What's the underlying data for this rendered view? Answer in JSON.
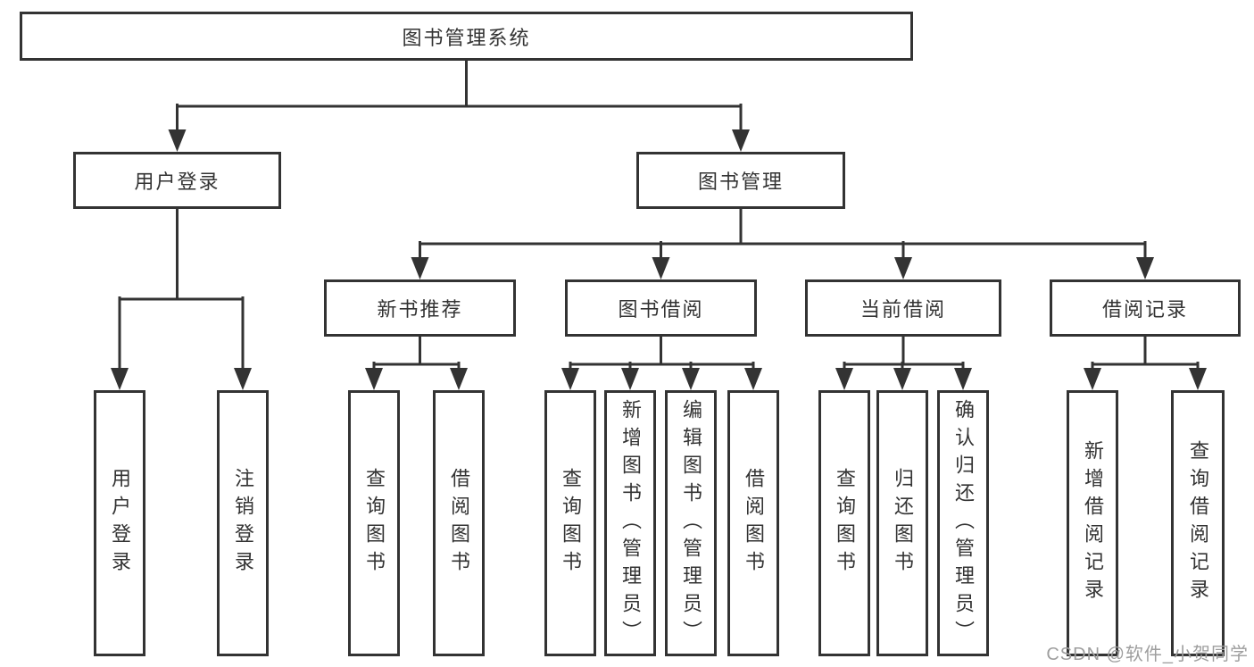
{
  "tree": {
    "root": {
      "label": "图书管理系统"
    },
    "branches": [
      {
        "label": "用户登录",
        "children": [
          {
            "label": "用户登录"
          },
          {
            "label": "注销登录"
          }
        ]
      },
      {
        "label": "图书管理",
        "children": [
          {
            "label": "新书推荐",
            "children": [
              {
                "label": "查询图书"
              },
              {
                "label": "借阅图书"
              }
            ]
          },
          {
            "label": "图书借阅",
            "children": [
              {
                "label": "查询图书"
              },
              {
                "label": "新增图书（管理员）"
              },
              {
                "label": "编辑图书（管理员）"
              },
              {
                "label": "借阅图书"
              }
            ]
          },
          {
            "label": "当前借阅",
            "children": [
              {
                "label": "查询图书"
              },
              {
                "label": "归还图书"
              },
              {
                "label": "确认归还（管理员）"
              }
            ]
          },
          {
            "label": "借阅记录",
            "children": [
              {
                "label": "新增借阅记录"
              },
              {
                "label": "查询借阅记录"
              }
            ]
          }
        ]
      }
    ]
  },
  "watermark": {
    "text": "CSDN @软件_小贺同学"
  },
  "colors": {
    "line": "#333333",
    "text": "#333333",
    "box_background": "#ffffff",
    "page_background": "#ffffff",
    "watermark": "#9e9e9e"
  }
}
